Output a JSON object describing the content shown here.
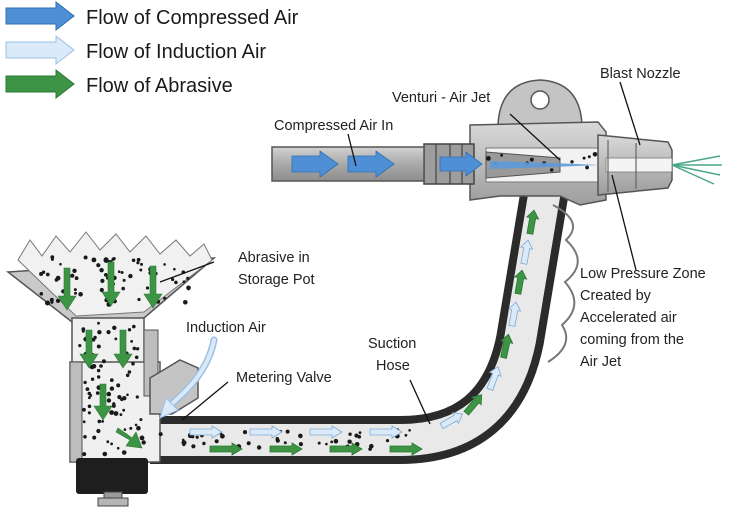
{
  "legend": {
    "compressed": "Flow of Compressed Air",
    "induction": "Flow of Induction Air",
    "abrasive": "Flow of Abrasive"
  },
  "labels": {
    "compressed_in": "Compressed Air In",
    "venturi": "Venturi - Air Jet",
    "blast_nozzle": "Blast Nozzle",
    "storage_1": "Abrasive in",
    "storage_2": "Storage Pot",
    "induction": "Induction Air",
    "metering": "Metering Valve",
    "suction_1": "Suction",
    "suction_2": "Hose",
    "lowp_1": "Low Pressure Zone",
    "lowp_2": "Created by",
    "lowp_3": "Accelerated air",
    "lowp_4": "coming from the",
    "lowp_5": "Air Jet"
  },
  "colors": {
    "compressed": "#4f8fd6",
    "induction": "#cfe3f5",
    "abrasive": "#3d9444",
    "metal": "#b9b9b9",
    "hose": "#2b2b2b"
  }
}
